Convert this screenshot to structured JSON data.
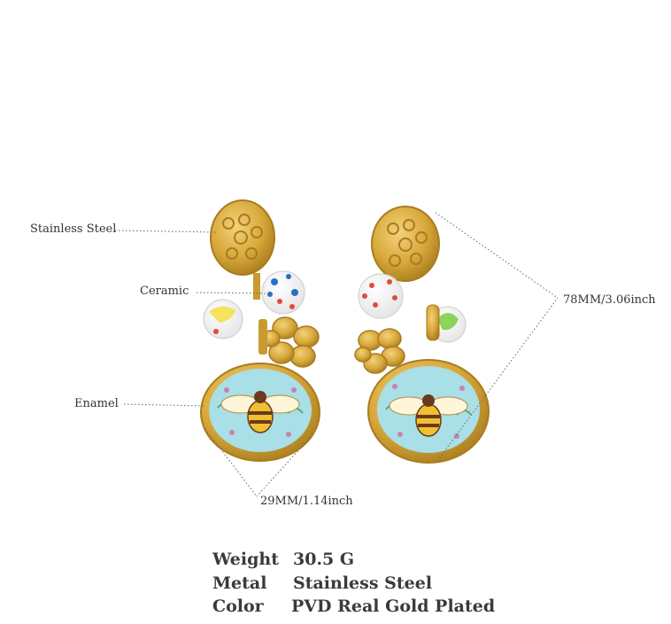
{
  "callouts": {
    "stainless": "Stainless Steel",
    "ceramic": "Ceramic",
    "enamel": "Enamel",
    "width": "29MM/1.14inch",
    "length": "78MM/3.06inch"
  },
  "specs": [
    {
      "key": "Weight",
      "value": "30.5 G"
    },
    {
      "key": "Metal",
      "value": "Stainless Steel"
    },
    {
      "key": "Color",
      "value": "PVD Real Gold Plated"
    }
  ],
  "colors": {
    "gold": "#d7a73a",
    "gold_dark": "#a97c1e",
    "enamel_blue": "#a9dfe6",
    "bee_yellow": "#f0c030",
    "bee_brown": "#6a3a1e"
  }
}
